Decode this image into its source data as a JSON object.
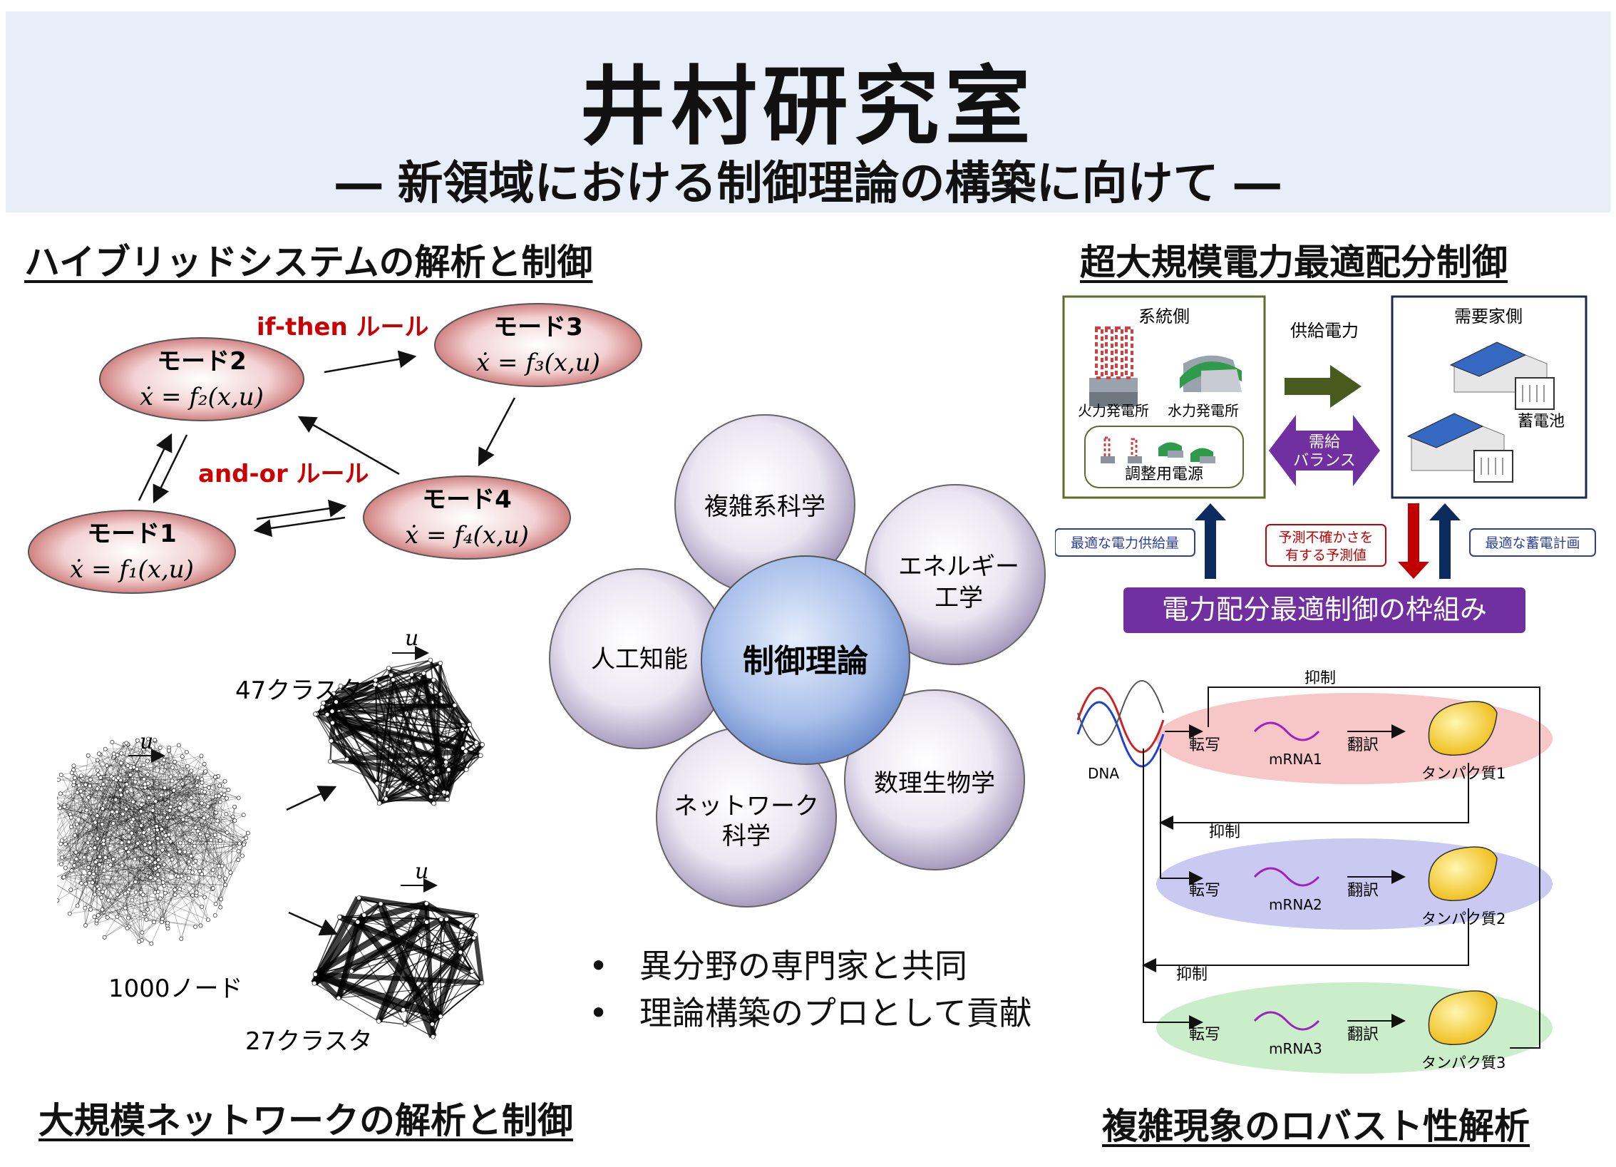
{
  "header": {
    "title": "井村研究室",
    "subtitle": "― 新領域における制御理論の構築に向けて ―"
  },
  "sections": {
    "hybrid": "ハイブリッドシステムの解析と制御",
    "power": "超大規模電力最適配分制御",
    "network": "大規模ネットワークの解析と制御",
    "robust": "複雑現象のロバスト性解析"
  },
  "hybrid": {
    "rule_ifthen": "if-then ルール",
    "rule_andor": "and-or ルール",
    "modes": [
      {
        "label": "モード1",
        "eq": "ẋ = f₁(x,u)"
      },
      {
        "label": "モード2",
        "eq": "ẋ = f₂(x,u)"
      },
      {
        "label": "モード3",
        "eq": "ẋ = f₃(x,u)"
      },
      {
        "label": "モード4",
        "eq": "ẋ = f₄(x,u)"
      }
    ]
  },
  "network": {
    "u": "u",
    "cluster47": "47クラスタ",
    "cluster27": "27クラスタ",
    "nodes1000": "1000ノード"
  },
  "center": {
    "core": "制御理論",
    "petals": [
      "複雑系科学",
      "エネルギー工学",
      "数理生物学",
      "ネットワーク科学",
      "人工知能"
    ],
    "petal_lines": {
      "energy": [
        "エネルギー",
        "工学"
      ],
      "network": [
        "ネットワーク",
        "科学"
      ]
    }
  },
  "bullets": [
    "異分野の専門家と共同",
    "理論構築のプロとして貢献"
  ],
  "power": {
    "grid_side": "系統側",
    "consumer_side": "需要家側",
    "supply": "供給電力",
    "thermal": "火力発電所",
    "hydro": "水力発電所",
    "adjust": "調整用電源",
    "battery": "蓄電池",
    "balance": [
      "需給",
      "バランス"
    ],
    "optimal_supply": "最適な電力供給量",
    "forecast": [
      "予測不確かさを",
      "有する予測値"
    ],
    "optimal_storage": "最適な蓄電計画",
    "framework": "電力配分最適制御の枠組み"
  },
  "robust": {
    "dna": "DNA",
    "suppress": "抑制",
    "transcription": "転写",
    "translation": "翻訳",
    "mrna": [
      "mRNA1",
      "mRNA2",
      "mRNA3"
    ],
    "protein": [
      "タンパク質1",
      "タンパク質2",
      "タンパク質3"
    ]
  },
  "colors": {
    "mode_fill": "#e8aeae",
    "arrow_green": "#4a5a1e",
    "balance_purple": "#7030a0",
    "navy": "#0d2b5e",
    "red_arrow": "#c00000",
    "rule_red": "#cc0000",
    "row1": "#f7c6c6",
    "row2": "#c9c9f2",
    "row3": "#c9eec9"
  }
}
